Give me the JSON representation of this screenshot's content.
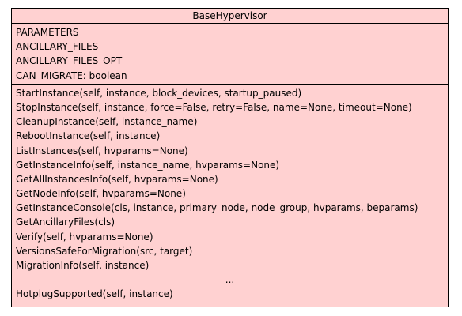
{
  "class_diagram": {
    "class_name": "BaseHypervisor",
    "attributes": [
      "PARAMETERS",
      "ANCILLARY_FILES",
      "ANCILLARY_FILES_OPT",
      "CAN_MIGRATE: boolean"
    ],
    "methods": [
      "StartInstance(self, instance, block_devices, startup_paused)",
      "StopInstance(self, instance, force=False, retry=False, name=None, timeout=None)",
      "CleanupInstance(self, instance_name)",
      "RebootInstance(self, instance)",
      "ListInstances(self, hvparams=None)",
      "GetInstanceInfo(self, instance_name, hvparams=None)",
      "GetAllInstancesInfo(self, hvparams=None)",
      "GetNodeInfo(self, hvparams=None)",
      "GetInstanceConsole(cls, instance, primary_node, node_group, hvparams, beparams)",
      "GetAncillaryFiles(cls)",
      "Verify(self, hvparams=None)",
      "VersionsSafeForMigration(src, target)",
      "MigrationInfo(self, instance)",
      "...",
      "HotplugSupported(self, instance)"
    ],
    "fill_color": "#ffd1d1",
    "border_color": "#000000"
  }
}
